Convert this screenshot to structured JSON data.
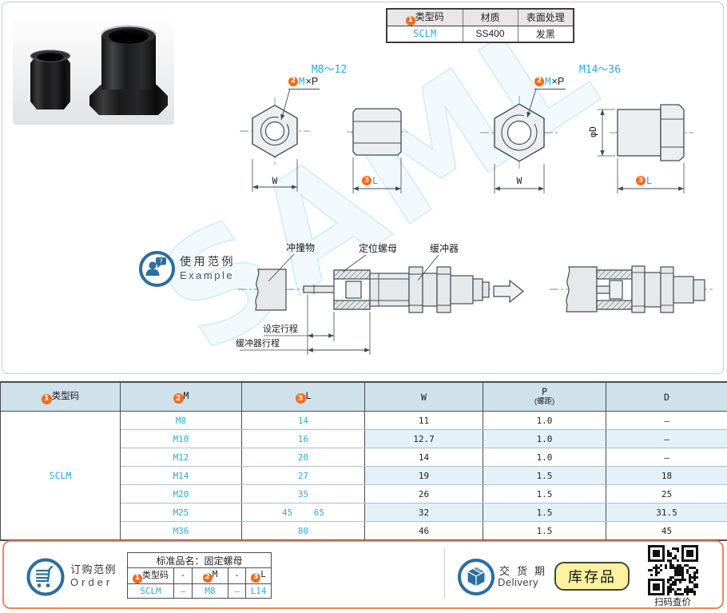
{
  "watermark": "SAML",
  "spec_table": {
    "col_type": "类型码",
    "col_material": "材质",
    "col_finish": "表面处理",
    "val_type": "SCLM",
    "val_material": "SS400",
    "val_finish": "发黑"
  },
  "markers": {
    "n1": "1",
    "n2": "2",
    "n3": "3"
  },
  "drawings": {
    "range_small": "M8～12",
    "range_large": "M14～36",
    "thread_m": "M",
    "thread_xp": "×P",
    "dim_w": "W",
    "dim_l": "L",
    "dim_d": "φD"
  },
  "example": {
    "badge_cn": "使用范例",
    "badge_en": "Example",
    "label_impact": "冲撞物",
    "label_nut": "定位螺母",
    "label_buffer": "缓冲器",
    "dim_set_stroke": "设定行程",
    "dim_buffer_stroke": "缓冲器行程"
  },
  "main_table": {
    "h_type": "类型码",
    "h_m": "M",
    "h_l": "L",
    "h_w": "W",
    "h_p1": "P",
    "h_p2": "(螺距)",
    "h_d": "D",
    "type_code": "SCLM",
    "rows": [
      {
        "m": "M8",
        "l": "14",
        "w": "11",
        "p": "1.0",
        "d": "–"
      },
      {
        "m": "M10",
        "l": "16",
        "w": "12.7",
        "p": "1.0",
        "d": "–"
      },
      {
        "m": "M12",
        "l": "20",
        "w": "14",
        "p": "1.0",
        "d": "–"
      },
      {
        "m": "M14",
        "l": "27",
        "w": "19",
        "p": "1.5",
        "d": "18"
      },
      {
        "m": "M20",
        "l": "35",
        "w": "26",
        "p": "1.5",
        "d": "25"
      },
      {
        "m": "M25",
        "l": "45    65",
        "w": "32",
        "p": "1.5",
        "d": "31.5"
      },
      {
        "m": "M36",
        "l": "80",
        "w": "46",
        "p": "1.5",
        "d": "45"
      }
    ]
  },
  "order": {
    "badge_cn": "订购范例",
    "badge_en": "Order",
    "table_title": "标准品名：固定螺母",
    "h_type": "类型码",
    "h_sep1": "-",
    "h_m": "M",
    "h_sep2": "-",
    "h_l": "L",
    "v_type": "SCLM",
    "v_sep1": "–",
    "v_m": "M8",
    "v_sep2": "–",
    "v_l": "L14"
  },
  "delivery": {
    "badge_cn": "交货期",
    "badge_en": "Delivery",
    "stock_badge": "库存品",
    "qr_caption": "扫码查价"
  }
}
